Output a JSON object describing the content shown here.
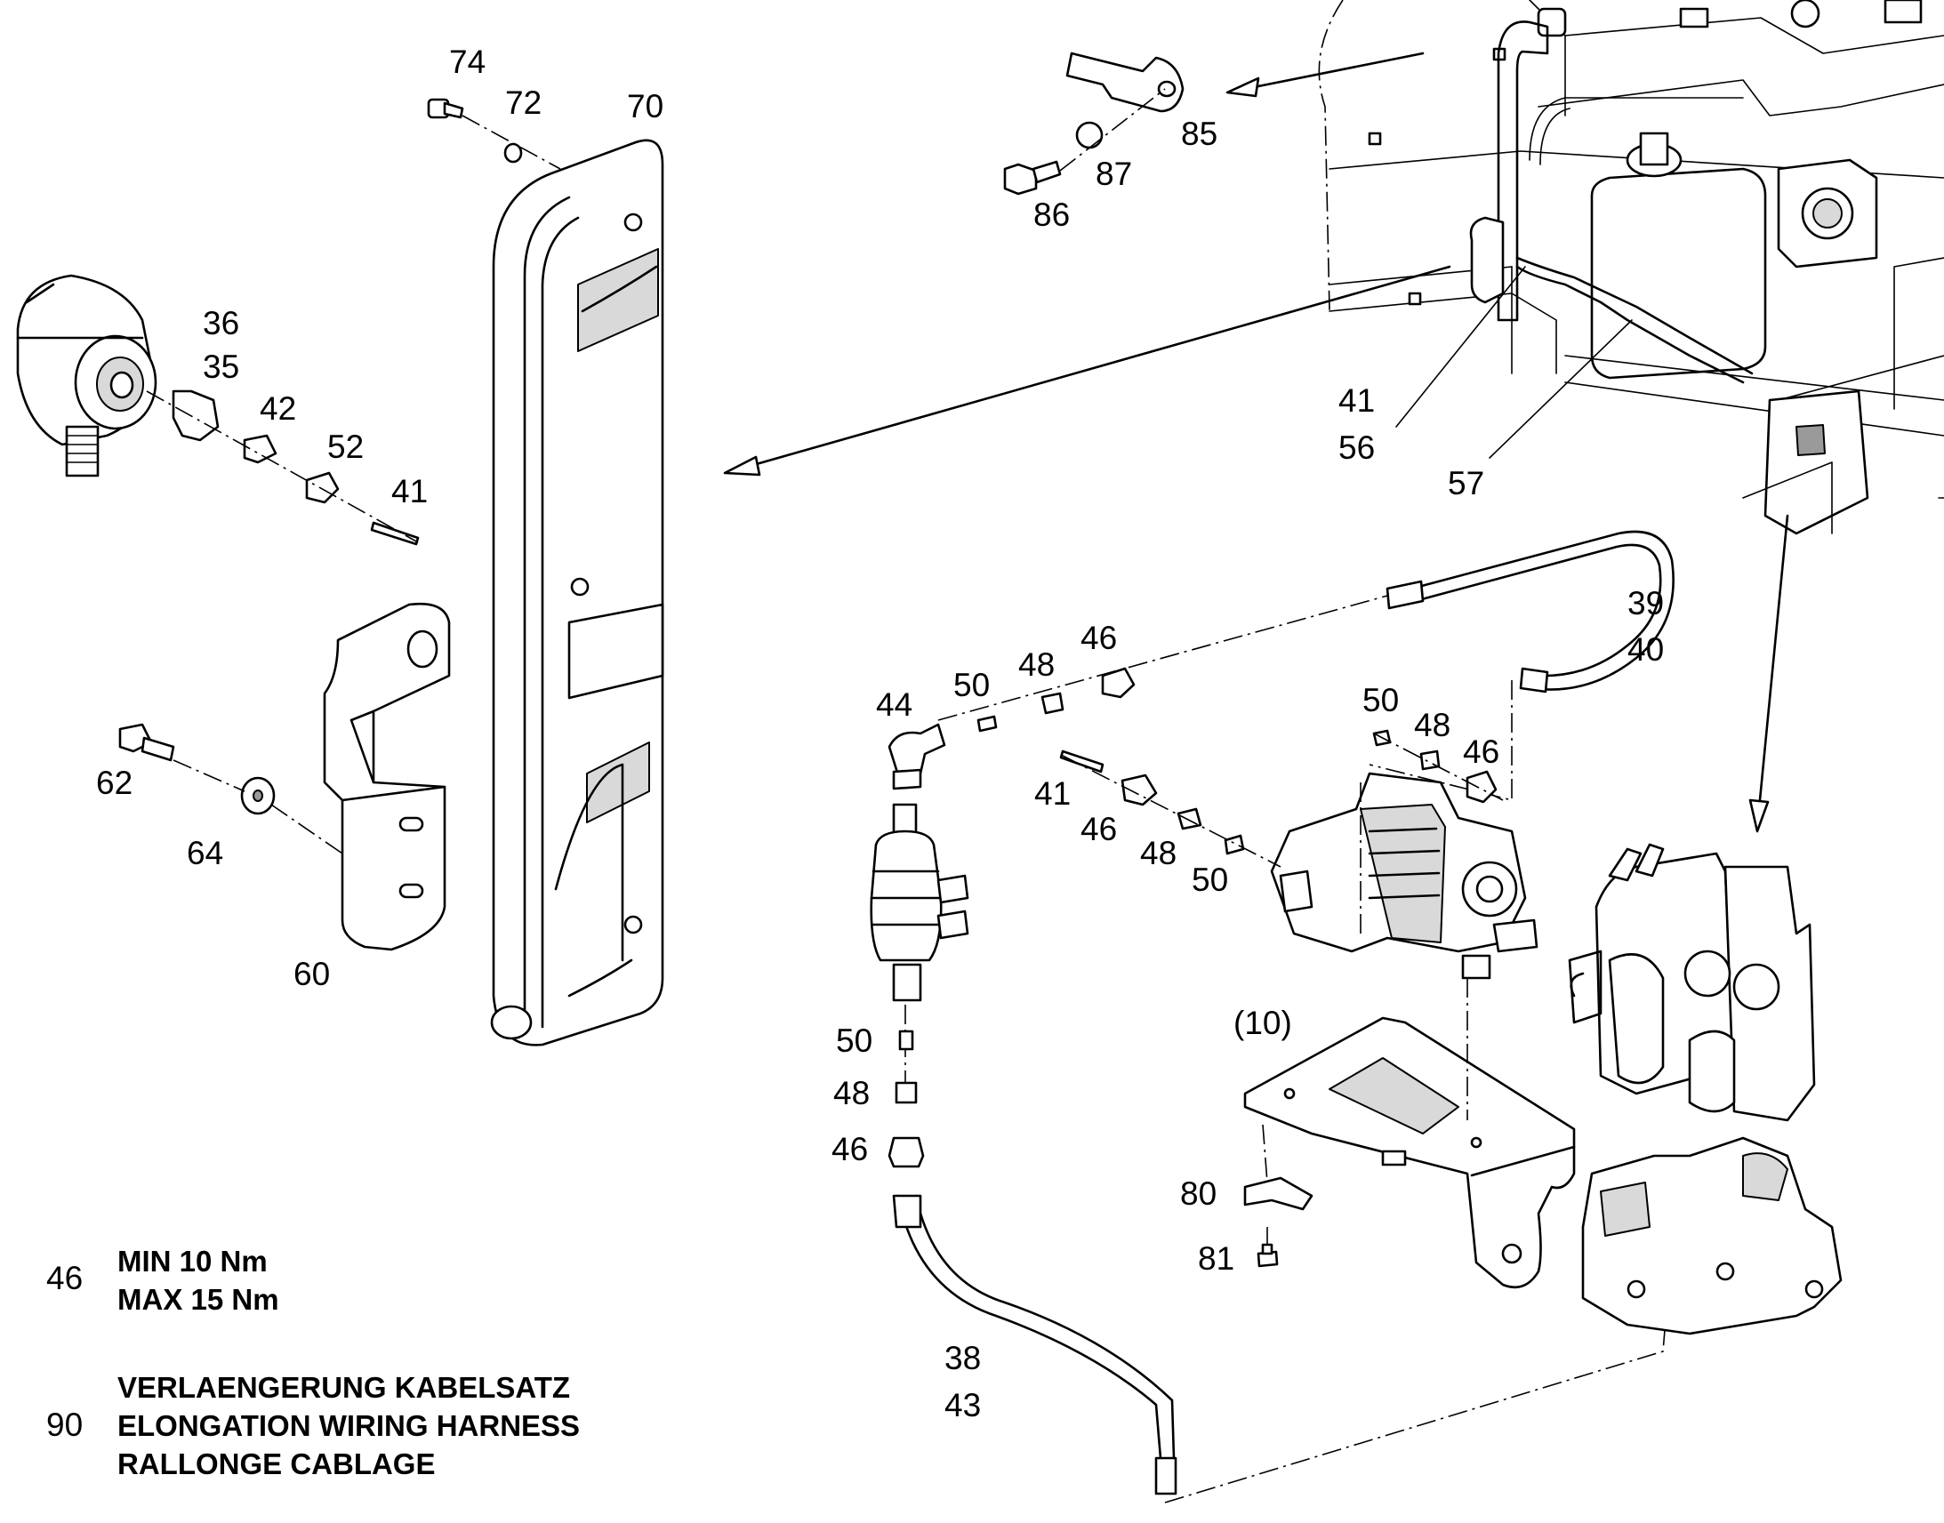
{
  "callouts": [
    {
      "id": "c74",
      "text": "74"
    },
    {
      "id": "c72",
      "text": "72"
    },
    {
      "id": "c70",
      "text": "70"
    },
    {
      "id": "c85",
      "text": "85"
    },
    {
      "id": "c87",
      "text": "87"
    },
    {
      "id": "c86",
      "text": "86"
    },
    {
      "id": "c36",
      "text": "36"
    },
    {
      "id": "c35",
      "text": "35"
    },
    {
      "id": "c42",
      "text": "42"
    },
    {
      "id": "c52",
      "text": "52"
    },
    {
      "id": "c41a",
      "text": "41"
    },
    {
      "id": "c41b",
      "text": "41"
    },
    {
      "id": "c56",
      "text": "56"
    },
    {
      "id": "c57",
      "text": "57"
    },
    {
      "id": "c39",
      "text": "39"
    },
    {
      "id": "c40",
      "text": "40"
    },
    {
      "id": "c46a",
      "text": "46"
    },
    {
      "id": "c48a",
      "text": "48"
    },
    {
      "id": "c50a",
      "text": "50"
    },
    {
      "id": "c44",
      "text": "44"
    },
    {
      "id": "c50b",
      "text": "50"
    },
    {
      "id": "c48b",
      "text": "48"
    },
    {
      "id": "c46b",
      "text": "46"
    },
    {
      "id": "c41c",
      "text": "41"
    },
    {
      "id": "c46c",
      "text": "46"
    },
    {
      "id": "c48c",
      "text": "48"
    },
    {
      "id": "c50c",
      "text": "50"
    },
    {
      "id": "c62",
      "text": "62"
    },
    {
      "id": "c64",
      "text": "64"
    },
    {
      "id": "c60",
      "text": "60"
    },
    {
      "id": "c10",
      "text": "(10)"
    },
    {
      "id": "c80",
      "text": "80"
    },
    {
      "id": "c81",
      "text": "81"
    },
    {
      "id": "c50d",
      "text": "50"
    },
    {
      "id": "c48d",
      "text": "48"
    },
    {
      "id": "c46d",
      "text": "46"
    },
    {
      "id": "c38",
      "text": "38"
    },
    {
      "id": "c43",
      "text": "43"
    }
  ],
  "notes": {
    "torque": {
      "part": "46",
      "lines": [
        "MIN 10 Nm",
        "MAX 15 Nm"
      ]
    },
    "harness": {
      "part": "90",
      "lines": [
        "VERLAENGERUNG KABELSATZ",
        "ELONGATION WIRING HARNESS",
        "RALLONGE CABLAGE"
      ]
    }
  }
}
